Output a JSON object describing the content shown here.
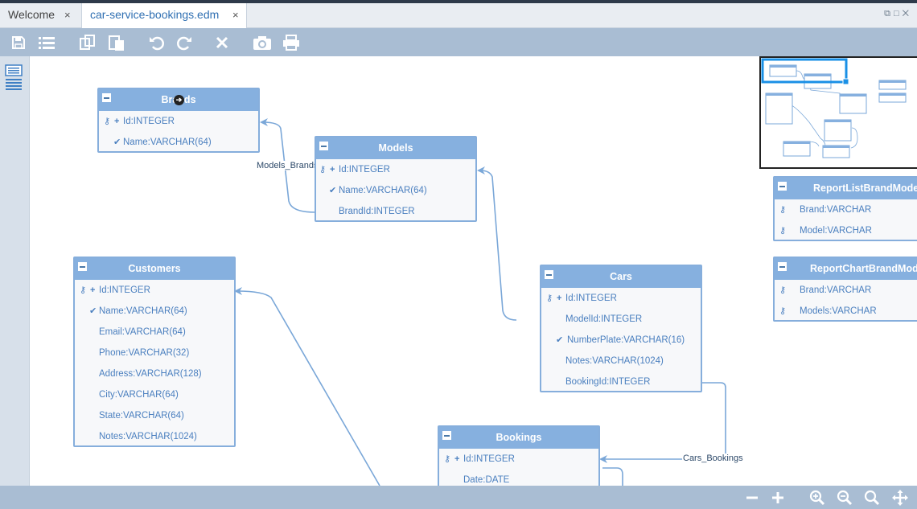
{
  "tabs": [
    {
      "label": "Welcome",
      "active": false
    },
    {
      "label": "car-service-bookings.edm",
      "active": true
    }
  ],
  "tab_close_glyph": "×",
  "toolbar_icons": [
    "save-icon",
    "list-icon",
    "copy-icon",
    "paste-icon",
    "undo-icon",
    "redo-icon",
    "delete-icon",
    "camera-icon",
    "print-icon"
  ],
  "bottom_icons": [
    "zoom-minus-icon",
    "zoom-plus-icon",
    "zoom-in-icon",
    "zoom-out-icon",
    "zoom-fit-icon",
    "pan-icon"
  ],
  "colors": {
    "entity_header": "#86b0df",
    "entity_border": "#86aedc",
    "field_text": "#4a7fbf",
    "toolbar": "#a9bdd3",
    "connector": "#7aa7d8"
  },
  "entities": {
    "brands": {
      "title": "Brands",
      "fields": [
        "Id:INTEGER",
        "Name:VARCHAR(64)"
      ]
    },
    "models": {
      "title": "Models",
      "fields": [
        "Id:INTEGER",
        "Name:VARCHAR(64)",
        "BrandId:INTEGER"
      ]
    },
    "customers": {
      "title": "Customers",
      "fields": [
        "Id:INTEGER",
        "Name:VARCHAR(64)",
        "Email:VARCHAR(64)",
        "Phone:VARCHAR(32)",
        "Address:VARCHAR(128)",
        "City:VARCHAR(64)",
        "State:VARCHAR(64)",
        "Notes:VARCHAR(1024)"
      ]
    },
    "cars": {
      "title": "Cars",
      "fields": [
        "Id:INTEGER",
        "ModelId:INTEGER",
        "NumberPlate:VARCHAR(16)",
        "Notes:VARCHAR(1024)",
        "BookingId:INTEGER"
      ]
    },
    "bookings": {
      "title": "Bookings",
      "fields": [
        "Id:INTEGER",
        "Date:DATE"
      ]
    },
    "reportlist": {
      "title": "ReportListBrandModels",
      "fields": [
        "Brand:VARCHAR",
        "Model:VARCHAR"
      ]
    },
    "reportchart": {
      "title": "ReportChartBrandModels",
      "fields": [
        "Brand:VARCHAR",
        "Models:VARCHAR"
      ]
    }
  },
  "relations": {
    "models_brands": "Models_Brands",
    "cars_bookings": "Cars_Bookings"
  }
}
